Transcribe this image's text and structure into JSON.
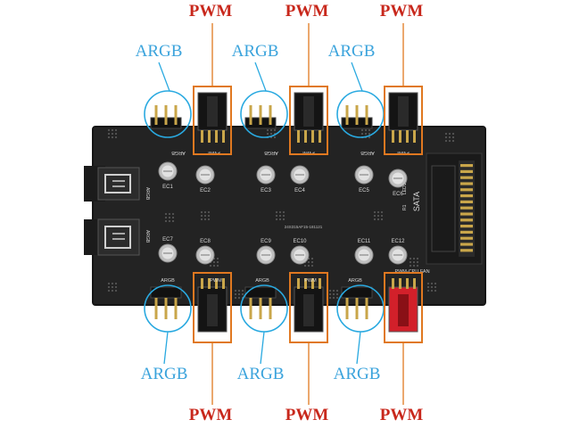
{
  "colors": {
    "pwm_label": "#c8281c",
    "argb_label": "#3aa3dc",
    "pwm_box": "#e07820",
    "argb_circle": "#29a9e0",
    "pcb": "#232323",
    "pcb_edge": "#151515",
    "silk": "#d8d8d8",
    "pin": "#c9a64a",
    "red_header": "#d2202a"
  },
  "labels": {
    "pwm": "PWM",
    "argb": "ARGB"
  },
  "board": {
    "top_silk": [
      "ARGB",
      "PWM",
      "ARGB",
      "PWM",
      "ARGB",
      "PWM"
    ],
    "bottom_silk": [
      "ARGB",
      "PWM",
      "ARGB",
      "PWM",
      "ARGB",
      "PWM-CPU FAN"
    ],
    "cap_labels_top": [
      "EC1",
      "EC2",
      "EC3",
      "EC4",
      "EC5",
      "EC6"
    ],
    "cap_labels_bottom": [
      "EC7",
      "EC8",
      "EC9",
      "EC10",
      "EC11",
      "EC12"
    ],
    "sata_label": "SATA",
    "serial": "24S315AF15-181121",
    "argb_in_top": "ARGB",
    "argb_in_bottom": "ARGB",
    "led_label": "LED1",
    "resistor_label": "R1"
  },
  "icons": {
    "connector": "pin-header-icon",
    "capacitor": "capacitor-icon",
    "sata": "sata-connector-icon"
  }
}
